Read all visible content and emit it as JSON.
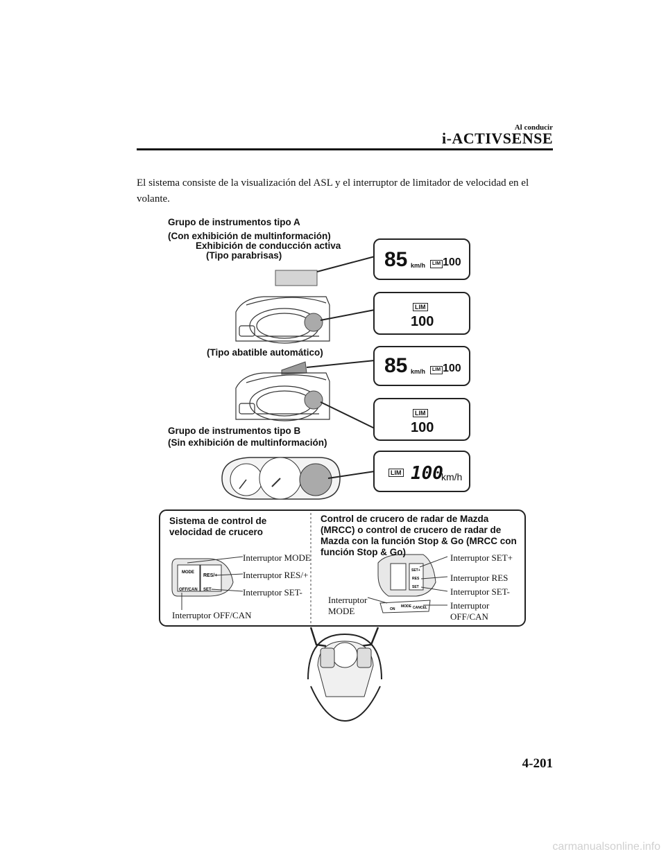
{
  "header": {
    "section_label": "Al conducir",
    "section_title": "i-ACTIVSENSE"
  },
  "body": {
    "paragraph": "El sistema consiste de la visualización del ASL y el interruptor de limitador de velocidad en el volante."
  },
  "figure": {
    "type_a_title": "Grupo de instrumentos tipo A",
    "type_a_sub": "(Con exhibición de multinformación)",
    "hud_title": "Exhibición de conducción activa",
    "hud_windshield": "(Tipo parabrisas)",
    "hud_retractable": "(Tipo abatible automático)",
    "type_b_title": "Grupo de instrumentos tipo B",
    "type_b_sub": "(Sin exhibición de multinformación)",
    "displays": {
      "speed": "85",
      "speed_unit": "km/h",
      "lim_badge": "LIM",
      "limit": "100",
      "limit_b": "100",
      "unit_b": "km/h"
    },
    "cruise_title": "Sistema de control de velocidad de crucero",
    "mrcc_title": "Control de crucero de radar de Mazda (MRCC) o control de crucero de radar de Mazda con la función Stop & Go (MRCC con función Stop & Go)",
    "left_callouts": {
      "mode": "Interruptor MODE",
      "res_plus": "Interruptor RES/+",
      "set_minus": "Interruptor SET-",
      "off_can": "Interruptor OFF/CAN"
    },
    "right_callouts": {
      "set_plus": "Interruptor SET+",
      "res": "Interruptor RES",
      "set_minus": "Interruptor SET-",
      "off_can_1": "Interruptor",
      "off_can_2": "OFF/CAN",
      "mode_1": "Interruptor",
      "mode_2": "MODE"
    },
    "switch_labels": {
      "mode": "MODE",
      "offcan": "OFF/CAN",
      "res": "RES",
      "set": "SET",
      "on": "ON",
      "cancel": "CANCEL"
    }
  },
  "footer": {
    "page_number": "4-201",
    "watermark": "carmanualsonline.info"
  }
}
